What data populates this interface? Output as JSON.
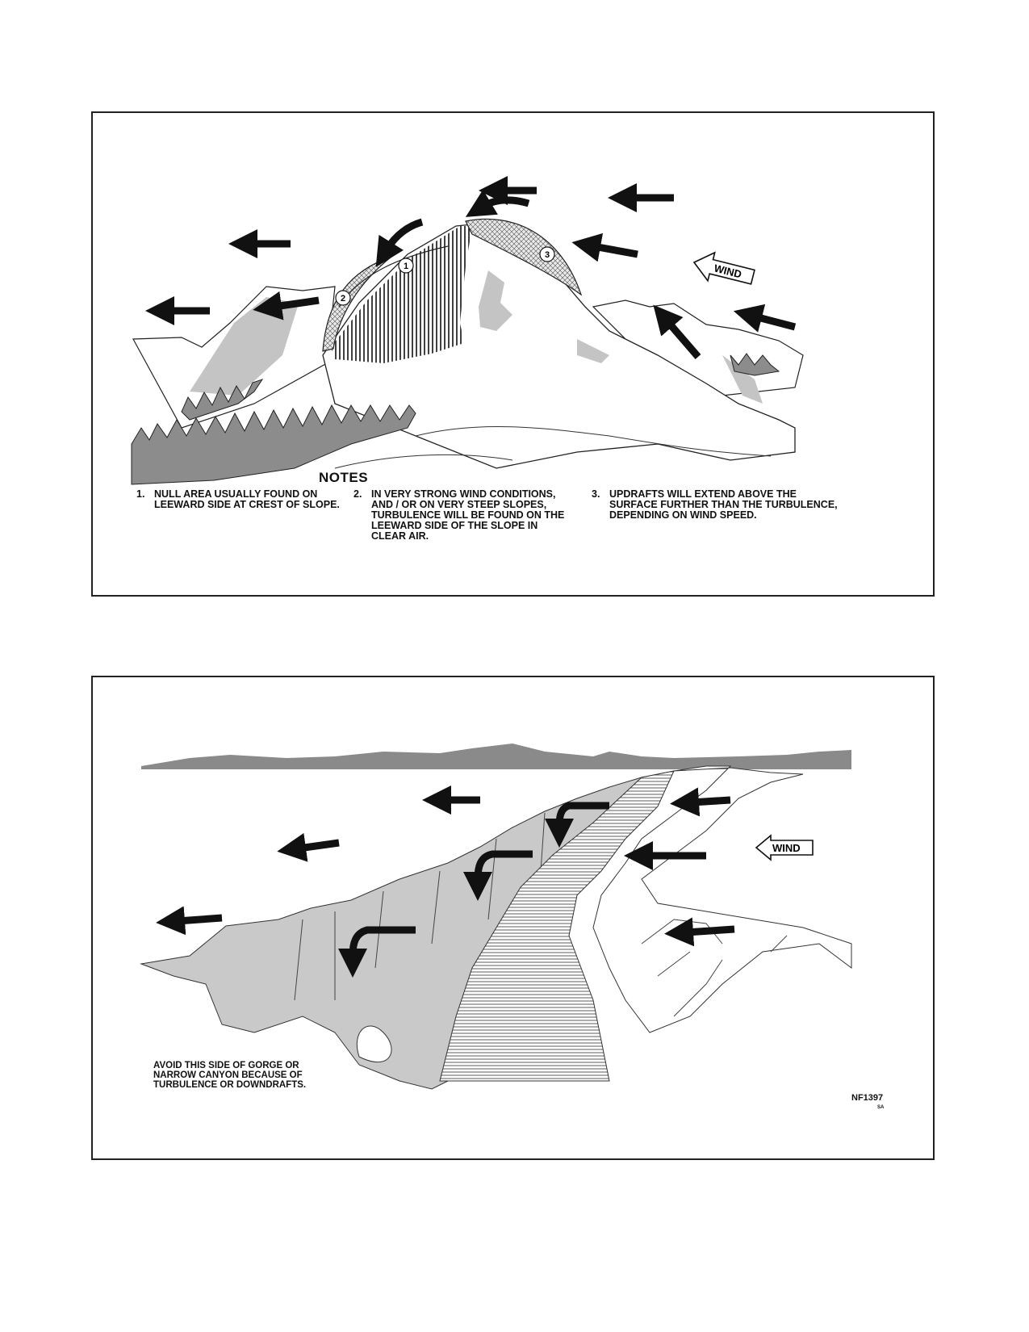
{
  "top_figure": {
    "notes_title": "NOTES",
    "notes": [
      {
        "number": "1.",
        "text": "NULL AREA USUALLY FOUND ON\nLEEWARD SIDE AT CREST OF SLOPE."
      },
      {
        "number": "2.",
        "text": "IN VERY STRONG WIND CONDITIONS,\nAND / OR ON VERY STEEP SLOPES,\nTURBULENCE WILL BE FOUND ON THE\nLEEWARD SIDE OF THE SLOPE IN\nCLEAR AIR."
      },
      {
        "number": "3.",
        "text": "UPDRAFTS WILL EXTEND ABOVE THE\nSURFACE FURTHER THAN THE TURBULENCE,\nDEPENDING ON WIND SPEED."
      }
    ],
    "markers": [
      "1",
      "2",
      "3"
    ],
    "wind_label": "WIND"
  },
  "bottom_figure": {
    "wind_label": "WIND",
    "caption": "AVOID THIS SIDE OF GORGE OR\nNARROW CANYON BECAUSE OF\nTURBULENCE OR DOWNDRAFTS.",
    "figure_id": "NF1397",
    "figure_sub": "SA"
  },
  "colors": {
    "terrain_gray": "#9a9a9a",
    "light_gray": "#cfcfcf",
    "dark_gray": "#7a7a7a",
    "arrow": "#111111"
  }
}
